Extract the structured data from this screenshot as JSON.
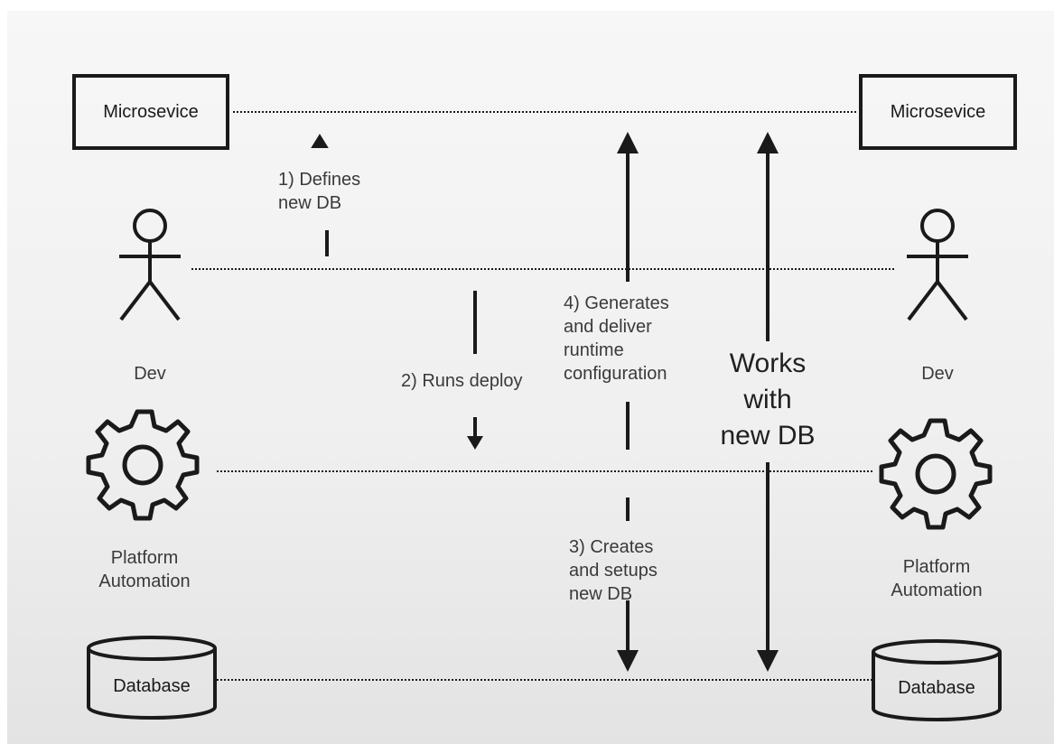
{
  "left": {
    "microservice_label": "Microsevice",
    "dev_label": "Dev",
    "platform_label": "Platform\nAutomation",
    "database_label": "Database"
  },
  "right": {
    "microservice_label": "Microsevice",
    "dev_label": "Dev",
    "platform_label": "Platform\nAutomation",
    "database_label": "Database"
  },
  "steps": {
    "step1": "1) Defines\nnew DB",
    "step2": "2) Runs deploy",
    "step3": "3) Creates\nand setups\nnew DB",
    "step4": "4) Generates\nand deliver\nruntime\nconfiguration",
    "works": "Works\nwith\nnew DB"
  },
  "colors": {
    "line": "#1a1a1a",
    "text": "#3a3a3a",
    "background": "#f2f2f2"
  },
  "icons": [
    "stick-figure-icon",
    "gear-icon",
    "database-cylinder-icon",
    "arrow-up-icon",
    "arrow-down-icon"
  ]
}
